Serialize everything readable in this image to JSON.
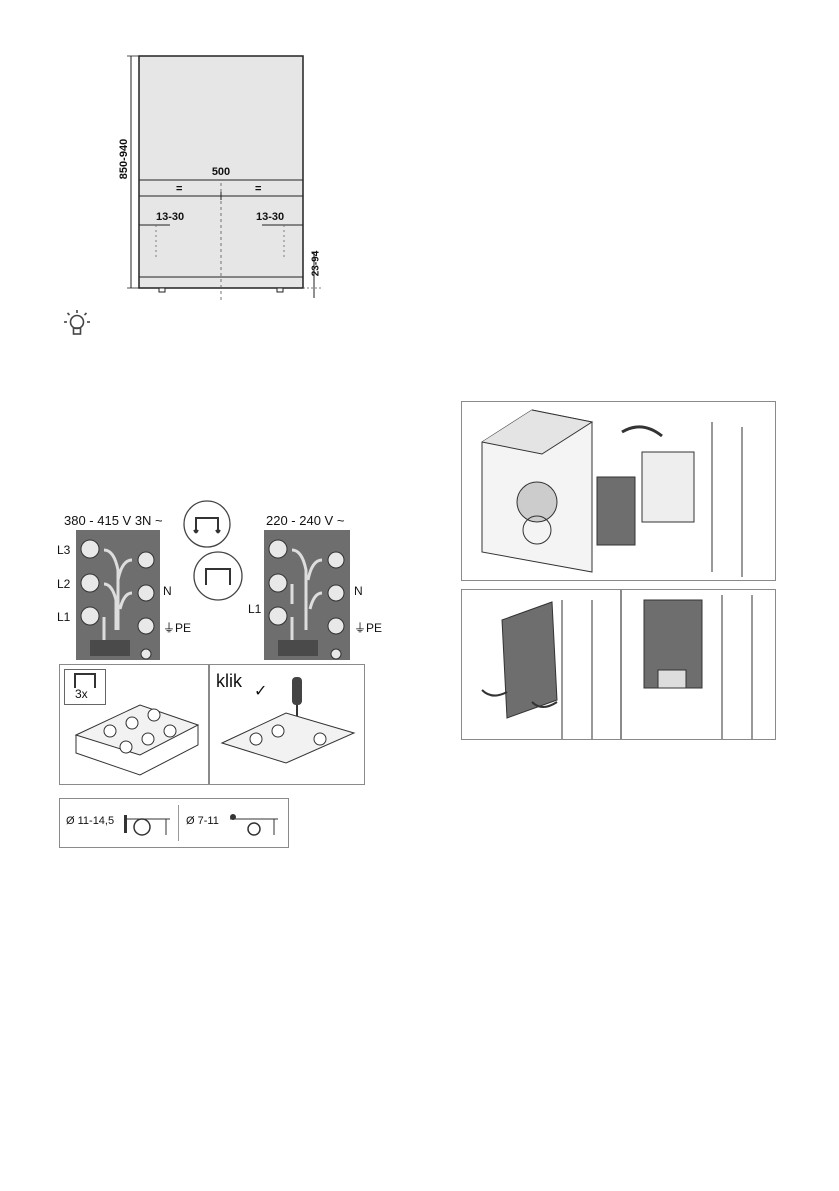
{
  "dimension_diagram": {
    "height_range": "850-940",
    "width": "500",
    "equal_left": "=",
    "equal_right": "=",
    "offset_left": "13-30",
    "offset_right": "13-30",
    "plinth_range": "23-94"
  },
  "wiring": {
    "three_phase_label": "380 - 415 V 3N ~",
    "single_phase_label": "220 - 240 V ~",
    "left_terminals": {
      "l3": "L3",
      "l2": "L2",
      "l1": "L1",
      "n": "N",
      "pe": "PE"
    },
    "right_terminals": {
      "l1": "L1",
      "n": "N",
      "pe": "PE"
    },
    "bridge_count": "3x",
    "click_label": "klik",
    "cable_large": "Ø 11-14,5",
    "cable_small": "Ø 7-11"
  },
  "colors": {
    "fill_gray": "#e6e6e6",
    "dark_gray": "#6e6e6e",
    "stroke": "#333333"
  },
  "icons": [
    "lightbulb-tip-icon",
    "bridge-connector-icon",
    "screwdriver-icon",
    "clamp-icon"
  ]
}
